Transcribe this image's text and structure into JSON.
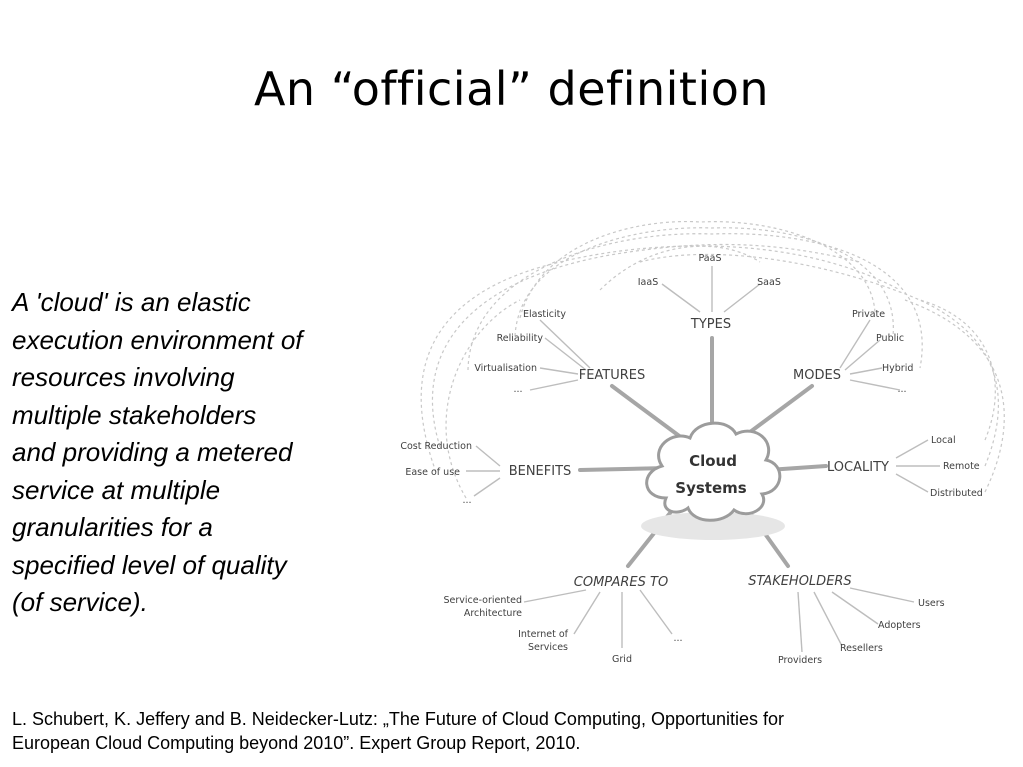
{
  "slide": {
    "title": "An “official” definition",
    "definition_lines": [
      "A 'cloud' is an elastic",
      "execution environment of",
      "resources involving",
      "multiple stakeholders",
      "and providing a metered",
      "service at multiple",
      "granularities for a",
      "specified level of quality",
      "(of service)."
    ],
    "citation_lines": [
      "L. Schubert, K. Jeffery and B. Neidecker-Lutz: „The Future of Cloud Computing, Opportunities for",
      "European Cloud Computing beyond 2010”. Expert Group Report, 2010."
    ]
  },
  "diagram": {
    "center": [
      "Cloud",
      "Systems"
    ],
    "hubs": {
      "types": "TYPES",
      "features": "FEATURES",
      "modes": "MODES",
      "benefits": "BENEFITS",
      "locality": "LOCALITY",
      "compares": "COMPARES TO",
      "stakeholders": "STAKEHOLDERS"
    },
    "leaves": {
      "paas": "PaaS",
      "iaas": "IaaS",
      "saas": "SaaS",
      "elasticity": "Elasticity",
      "reliability": "Reliability",
      "virtualisation": "Virtualisation",
      "features_more": "...",
      "private": "Private",
      "public": "Public",
      "hybrid": "Hybrid",
      "modes_more": "...",
      "cost_reduction": "Cost Reduction",
      "ease_of_use": "Ease of use",
      "benefits_more": "...",
      "local": "Local",
      "remote": "Remote",
      "distributed": "Distributed",
      "soa_1": "Service-oriented",
      "soa_2": "Architecture",
      "internet_1": "Internet of",
      "internet_2": "Services",
      "grid": "Grid",
      "compares_more": "...",
      "users": "Users",
      "adopters": "Adopters",
      "resellers": "Resellers",
      "providers": "Providers"
    },
    "colors": {
      "hub_spoke": "#a6a6a6",
      "leaf_line": "#bdbdbd",
      "dashed_arc": "#c8c8c8",
      "text": "#404040"
    }
  }
}
